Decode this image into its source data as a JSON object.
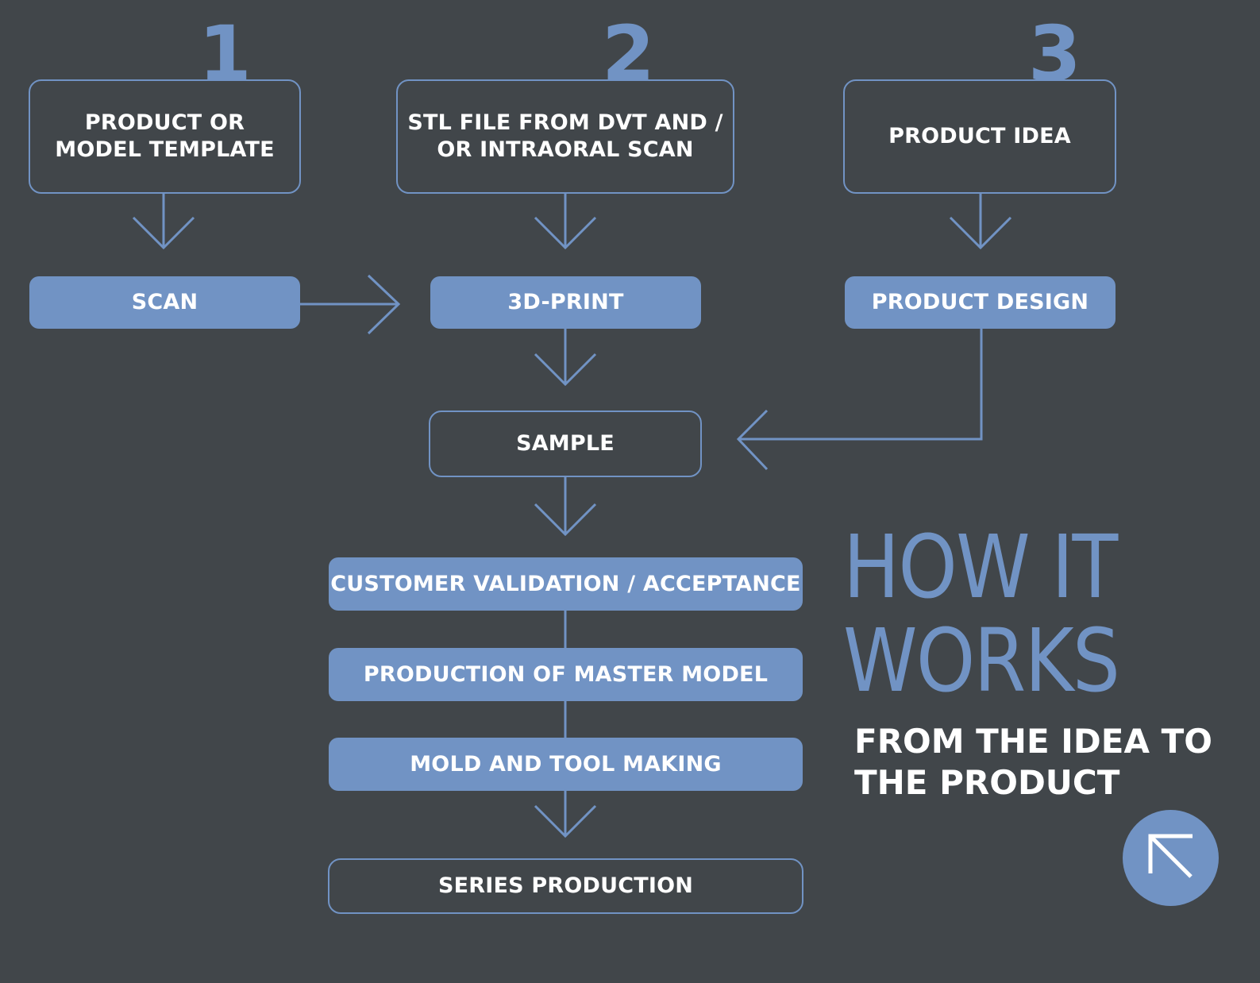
{
  "colors": {
    "background": "#41464a",
    "accent": "#7193c4",
    "text": "#ffffff"
  },
  "steps": {
    "col1": {
      "number": "1",
      "start": "PRODUCT OR\nMODEL TEMPLATE",
      "process": "SCAN"
    },
    "col2": {
      "number": "2",
      "start": "STL FILE FROM DVT AND /\nOR INTRAORAL SCAN",
      "process": "3D-PRINT"
    },
    "col3": {
      "number": "3",
      "start": "PRODUCT IDEA",
      "process": "PRODUCT DESIGN"
    },
    "sample": "SAMPLE",
    "customer_validation": "CUSTOMER VALIDATION / ACCEPTANCE",
    "master_model": "PRODUCTION OF MASTER MODEL",
    "mold_tool": "MOLD AND TOOL MAKING",
    "series_production": "SERIES PRODUCTION"
  },
  "heading": {
    "line1": "HOW IT",
    "line2": "WORKS",
    "subtitle_line1": "FROM THE IDEA TO",
    "subtitle_line2": "THE PRODUCT"
  },
  "icons": {
    "arrow_button": "arrow-up-left-icon"
  }
}
